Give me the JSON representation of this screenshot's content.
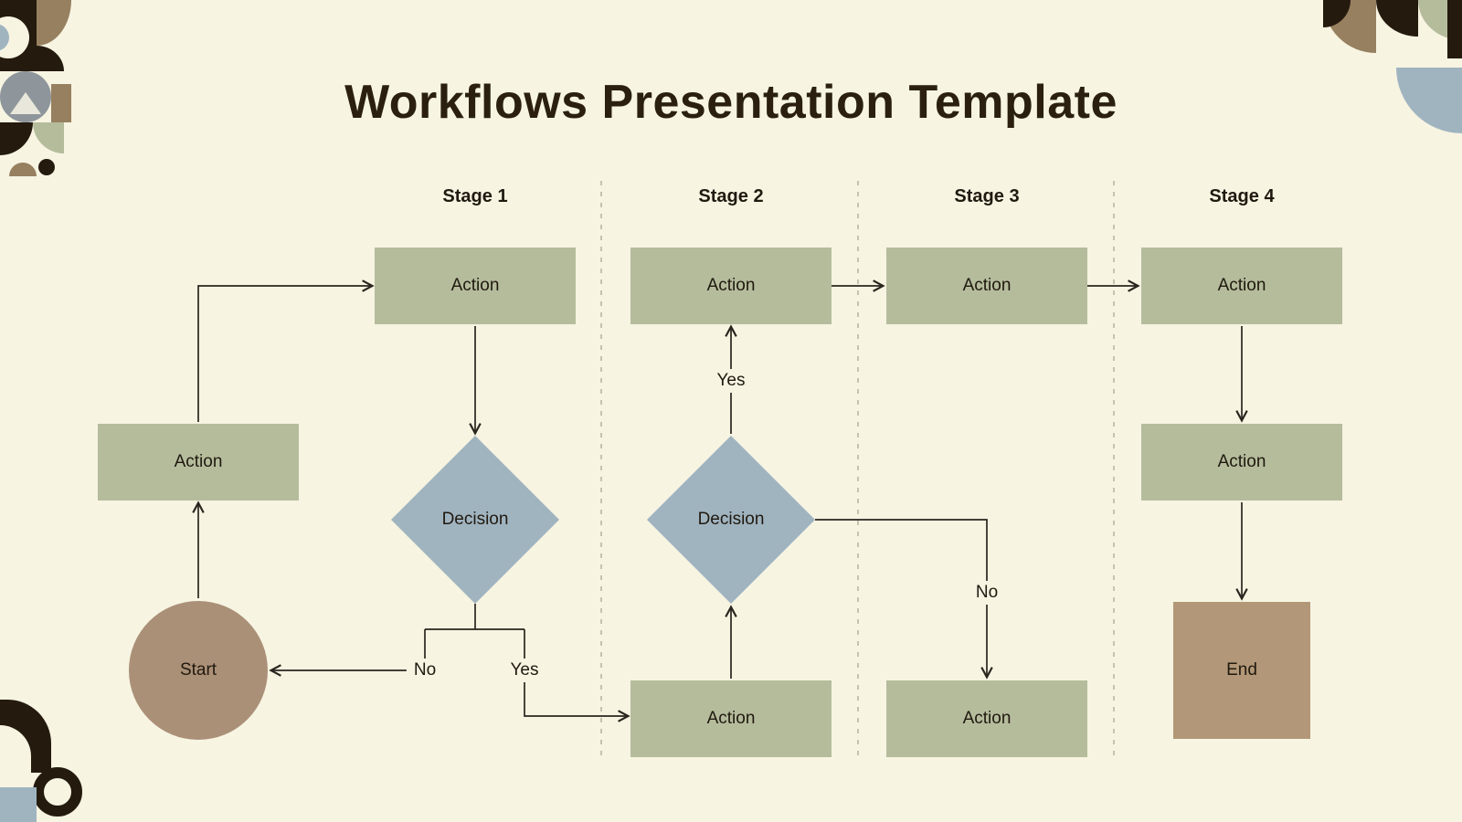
{
  "title": "Workflows Presentation Template",
  "stages": [
    {
      "label": "Stage 1"
    },
    {
      "label": "Stage 2"
    },
    {
      "label": "Stage 3"
    },
    {
      "label": "Stage 4"
    }
  ],
  "nodes": {
    "start": {
      "label": "Start",
      "type": "start"
    },
    "s1_action_top": {
      "label": "Action",
      "type": "action"
    },
    "s1_action_left": {
      "label": "Action",
      "type": "action"
    },
    "s1_decision": {
      "label": "Decision",
      "type": "decision"
    },
    "s2_action_top": {
      "label": "Action",
      "type": "action"
    },
    "s2_decision": {
      "label": "Decision",
      "type": "decision"
    },
    "s2_action_bottom": {
      "label": "Action",
      "type": "action"
    },
    "s3_action_top": {
      "label": "Action",
      "type": "action"
    },
    "s3_action_bottom": {
      "label": "Action",
      "type": "action"
    },
    "s4_action_top": {
      "label": "Action",
      "type": "action"
    },
    "s4_action_mid": {
      "label": "Action",
      "type": "action"
    },
    "end": {
      "label": "End",
      "type": "end"
    }
  },
  "edge_labels": {
    "s1_no": "No",
    "s1_yes": "Yes",
    "s2_yes": "Yes",
    "s3_no": "No"
  },
  "colors": {
    "background": "#f7f4e2",
    "action": "#b5bc9c",
    "decision": "#a0b4c0",
    "start": "#ab9078",
    "end": "#b29878",
    "title": "#2b2010",
    "text": "#20190f",
    "line": "#2a251e",
    "divider": "#b9b29a",
    "deco_dark": "#241a0e",
    "deco_brown": "#97805f",
    "deco_gray": "#8e959b"
  }
}
